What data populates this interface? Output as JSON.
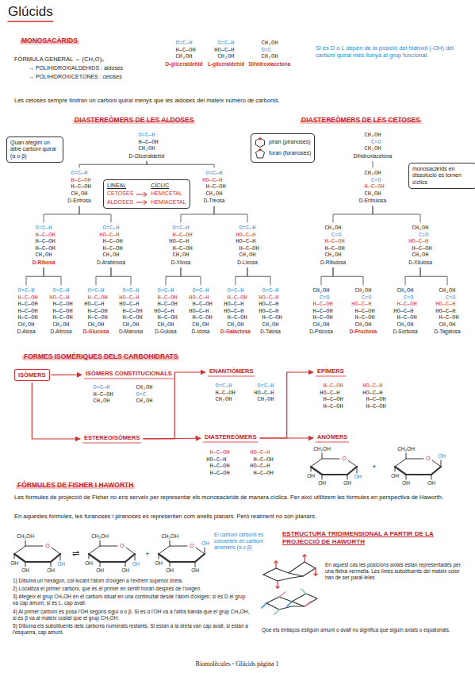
{
  "diagram": {
    "title": "Glúcids",
    "caption": "Biomolècules - Glúcids pàgina 1",
    "nodes": [
      {
        "text": [
          "Quan afegim un altre carboni quiral (α o β)"
        ]
      },
      {
        "text": [
          "LINEAL",
          "CÍCLIC",
          "CETOSES",
          "HEMICETAL",
          "ALDOSES",
          "HEMIACETAL"
        ]
      },
      {
        "text": [
          "piran (piranoses)",
          "furan (furanoses)"
        ]
      },
      {
        "text": [
          "monosacàrids en dissolució es tornen cíclics"
        ]
      },
      {
        "text": [
          "ISÒMERS"
        ]
      },
      {
        "text": [
          "ISÒMERS CONSTITUCIONALS"
        ]
      },
      {
        "text": [
          "ESTEREOISÒMERS"
        ]
      },
      {
        "text": [
          "ENANTIÒMERS"
        ]
      },
      {
        "text": [
          "DIASTEREÒMERS"
        ]
      },
      {
        "text": [
          "EPÍMERS"
        ]
      },
      {
        "text": [
          "ANÒMERS"
        ]
      }
    ],
    "edges": [
      {
        "from": 4,
        "to": 5,
        "arrow": "to"
      },
      {
        "from": 4,
        "to": 6,
        "arrow": "to"
      },
      {
        "from": 6,
        "to": 7,
        "arrow": "to"
      },
      {
        "from": 6,
        "to": 8,
        "arrow": "to"
      },
      {
        "from": 8,
        "to": 9,
        "arrow": "to"
      },
      {
        "from": 8,
        "to": 10,
        "arrow": "to"
      }
    ],
    "labels": [
      "MONOSACÀRIDS",
      "FÓRMULA GENERAL → (CH₂O)ₙ",
      "→ POLIHIDROXIALDEHIDS : aldoses",
      "→ POLIHIDROXICETONES : cetoses",
      "O=C—H",
      "H—C—OH",
      "CH₂OH",
      "D-gliceraldehid",
      "O=C—H",
      "HO—C—H",
      "CH₂OH",
      "L-gliceraldehid",
      "CH₂OH",
      "O=C",
      "CH₂OH",
      "Dihidroxiacetona",
      "Si és D o L depèn de la posició del hidroxil (-OH) del carboni quiral més llunyà al grup funcional.",
      "Les cetoses sempre tindran un carboni quiral menys que les aldoses del mateix número de carbonis.",
      "DIASTEREÒMERS DE LES ALDOSES",
      "O=C—H",
      "H—C—OH",
      "CH₂OH",
      "D-Gliceraldehid",
      "O=C—H",
      "H—C—OH",
      "H—C—OH",
      "CH₂OH",
      "D-Eritrosa",
      "O=C—H",
      "HO—C—H",
      "H—C—OH",
      "CH₂OH",
      "D-Treosa",
      "O=C—H",
      "H—C—OH",
      "H—C—OH",
      "H—C—OH",
      "CH₂OH",
      "D-Ribosa",
      "O=C—H",
      "HO—C—H",
      "H—C—OH",
      "H—C—OH",
      "CH₂OH",
      "D-Arabinosa",
      "O=C—H",
      "H—C—OH",
      "HO—C—H",
      "H—C—OH",
      "CH₂OH",
      "D-Xilosa",
      "O=C—H",
      "HO—C—H",
      "HO—C—H",
      "H—C—OH",
      "CH₂OH",
      "D-Lixosa",
      "O=C—H",
      "H—C—OH",
      "H—C—OH",
      "H—C—OH",
      "H—C—OH",
      "CH₂OH",
      "D-Alosa",
      "O=C—H",
      "HO—C—H",
      "H—C—OH",
      "H—C—OH",
      "H—C—OH",
      "CH₂OH",
      "D-Altrosa",
      "O=C—H",
      "H—C—OH",
      "HO—C—H",
      "H—C—OH",
      "H—C—OH",
      "CH₂OH",
      "D-Glucosa",
      "O=C—H",
      "HO—C—H",
      "HO—C—H",
      "H—C—OH",
      "H—C—OH",
      "CH₂OH",
      "D-Manosa",
      "O=C—H",
      "H—C—OH",
      "H—C—OH",
      "HO—C—H",
      "H—C—OH",
      "CH₂OH",
      "D-Gulosa",
      "O=C—H",
      "HO—C—H",
      "H—C—OH",
      "HO—C—H",
      "H—C—OH",
      "CH₂OH",
      "D-Idosa",
      "O=C—H",
      "H—C—OH",
      "HO—C—H",
      "HO—C—H",
      "H—C—OH",
      "CH₂OH",
      "D-Galactosa",
      "O=C—H",
      "HO—C—H",
      "HO—C—H",
      "HO—C—H",
      "H—C—OH",
      "CH₂OH",
      "D-Talosa",
      "DIASTEREÒMERS DE LES CETOSES",
      "CH₂OH",
      "C=O",
      "CH₂OH",
      "Dihidroxiacetona",
      "CH₂OH",
      "C=O",
      "H—C—OH",
      "CH₂OH",
      "D-Eritrulosa",
      "CH₂OH",
      "C=O",
      "H—C—OH",
      "H—C—OH",
      "CH₂OH",
      "D-Ribulosa",
      "CH₂OH",
      "C=O",
      "HO—C—H",
      "H—C—OH",
      "CH₂OH",
      "D-Xilulosa",
      "CH₂OH",
      "C=O",
      "H—C—OH",
      "H—C—OH",
      "H—C—OH",
      "CH₂OH",
      "D-Psicosa",
      "CH₂OH",
      "C=O",
      "HO—C—H",
      "H—C—OH",
      "H—C—OH",
      "CH₂OH",
      "D-Fructosa",
      "CH₂OH",
      "C=O",
      "H—C—OH",
      "HO—C—H",
      "H—C—OH",
      "CH₂OH",
      "D-Sorbosa",
      "CH₂OH",
      "C=O",
      "HO—C—H",
      "HO—C—H",
      "H—C—OH",
      "CH₂OH",
      "D-Tagatosa",
      "FORMES ISOMÈRIQUES DELS CARBOHIDRATS",
      "O=C—H",
      "H—C—OH",
      "CH₂OH",
      "CH₂OH",
      "O=C",
      "CH₂OH",
      "O=C—H",
      "H—C—OH",
      "CH₂OH",
      "O=C—H",
      "HO—C—H",
      "CH₂OH",
      "H—C—OH",
      "HO—C—H",
      "H—C—OH",
      "H—C—OH",
      "HO—C—H",
      "H—C—OH",
      "HO—C—H",
      "H—C—OH",
      "H—C—OH",
      "HO—C—H",
      "H—C—OH",
      "H—C—OH",
      "HO—C—H",
      "HO—C—H",
      "H—C—OH",
      "H—C—OH",
      "CH₂OH",
      "O",
      "OH",
      "OH",
      "OH",
      "OH",
      "+",
      "CH₂OH",
      "O",
      "OH",
      "OH",
      "OH",
      "OH",
      "FÓRMULES DE FISHER I HAWORTH",
      "Les fórmules de projecció de Fisher no ens serveix per representar els monosacàrids de manera cíclica. Per això utilitzem les fórmules en perspectiva de Haworth.",
      "En aquestes fórmules, les furanoses i piranoses es representen com anells planars. Però realment no són planars.",
      "CH₂OH",
      "O",
      "OH",
      "OH",
      "OH",
      "OH",
      "⇌",
      "CH₂OH",
      "O",
      "OH",
      "OH",
      "OH",
      "OH",
      "+",
      "CH₂OH",
      "O",
      "OH",
      "OH",
      "OH",
      "OH",
      "El carboni carbonil es converteix en carboni anomèric (α o β)",
      "1) Dibuixa un hexàgon, col·locant l'àtom d'oxigen a l'extrem superior dreta.",
      "2) Localitza el primer carboni, que és el primer en sentit horari després de l'oxigen.",
      "3) Afegeix el grup CH₂OH en el carboni situat en una continuïtat desde l'àtom d'oxigen; si és D el grup va cap amunt, si és L, cap avall.",
      "4) Al primer carboni es posa l'OH segons sigui α o β. Si és α l'OH va a l'altra banda que el grup CH₂OH, si és β va al mateix costat que el grup CH₂OH.",
      "5) Dibuixa els substituents dels carbonis numerats restants. Si estan a la dreta van cap avall, si estan a l'esquerra, cap amunt.",
      "ESTRUCTURA TRIDIMENSIONAL A PARTIR DE LA PROJECCIÓ DE HAWORTH",
      "En aquest cas les posicions axials estan representades per una fletxa vermella. Les línies substituents del mateix color han de ser paral·leles",
      "Que els enllaços estiguin amunt o avall no significa que siguin axials o equatorials."
    ]
  }
}
